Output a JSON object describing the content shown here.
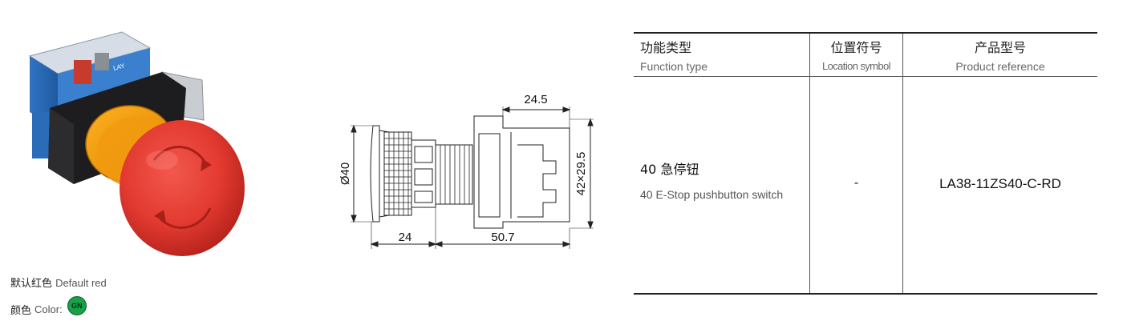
{
  "product": {
    "caption_default_zh": "默认红色",
    "caption_default_en": "Default red",
    "caption_color_zh": "颜色",
    "caption_color_en": "Color:",
    "color_badge": "GN",
    "badge_color": "#17a24a",
    "button_color": "#e8352e"
  },
  "drawing": {
    "dim_diameter": "Ø40",
    "dim_top_width": "24.5",
    "dim_height": "42×29.5",
    "dim_head_length": "24",
    "dim_body_length": "50.7"
  },
  "table": {
    "headers": [
      {
        "zh": "功能类型",
        "en": "Function type"
      },
      {
        "zh": "位置符号",
        "en": "Location symbol"
      },
      {
        "zh": "产品型号",
        "en": "Product reference"
      }
    ],
    "row": {
      "function_zh": "40 急停钮",
      "function_en": "40 E-Stop pushbutton switch",
      "location": "-",
      "reference": "LA38-11ZS40-C-RD"
    }
  }
}
